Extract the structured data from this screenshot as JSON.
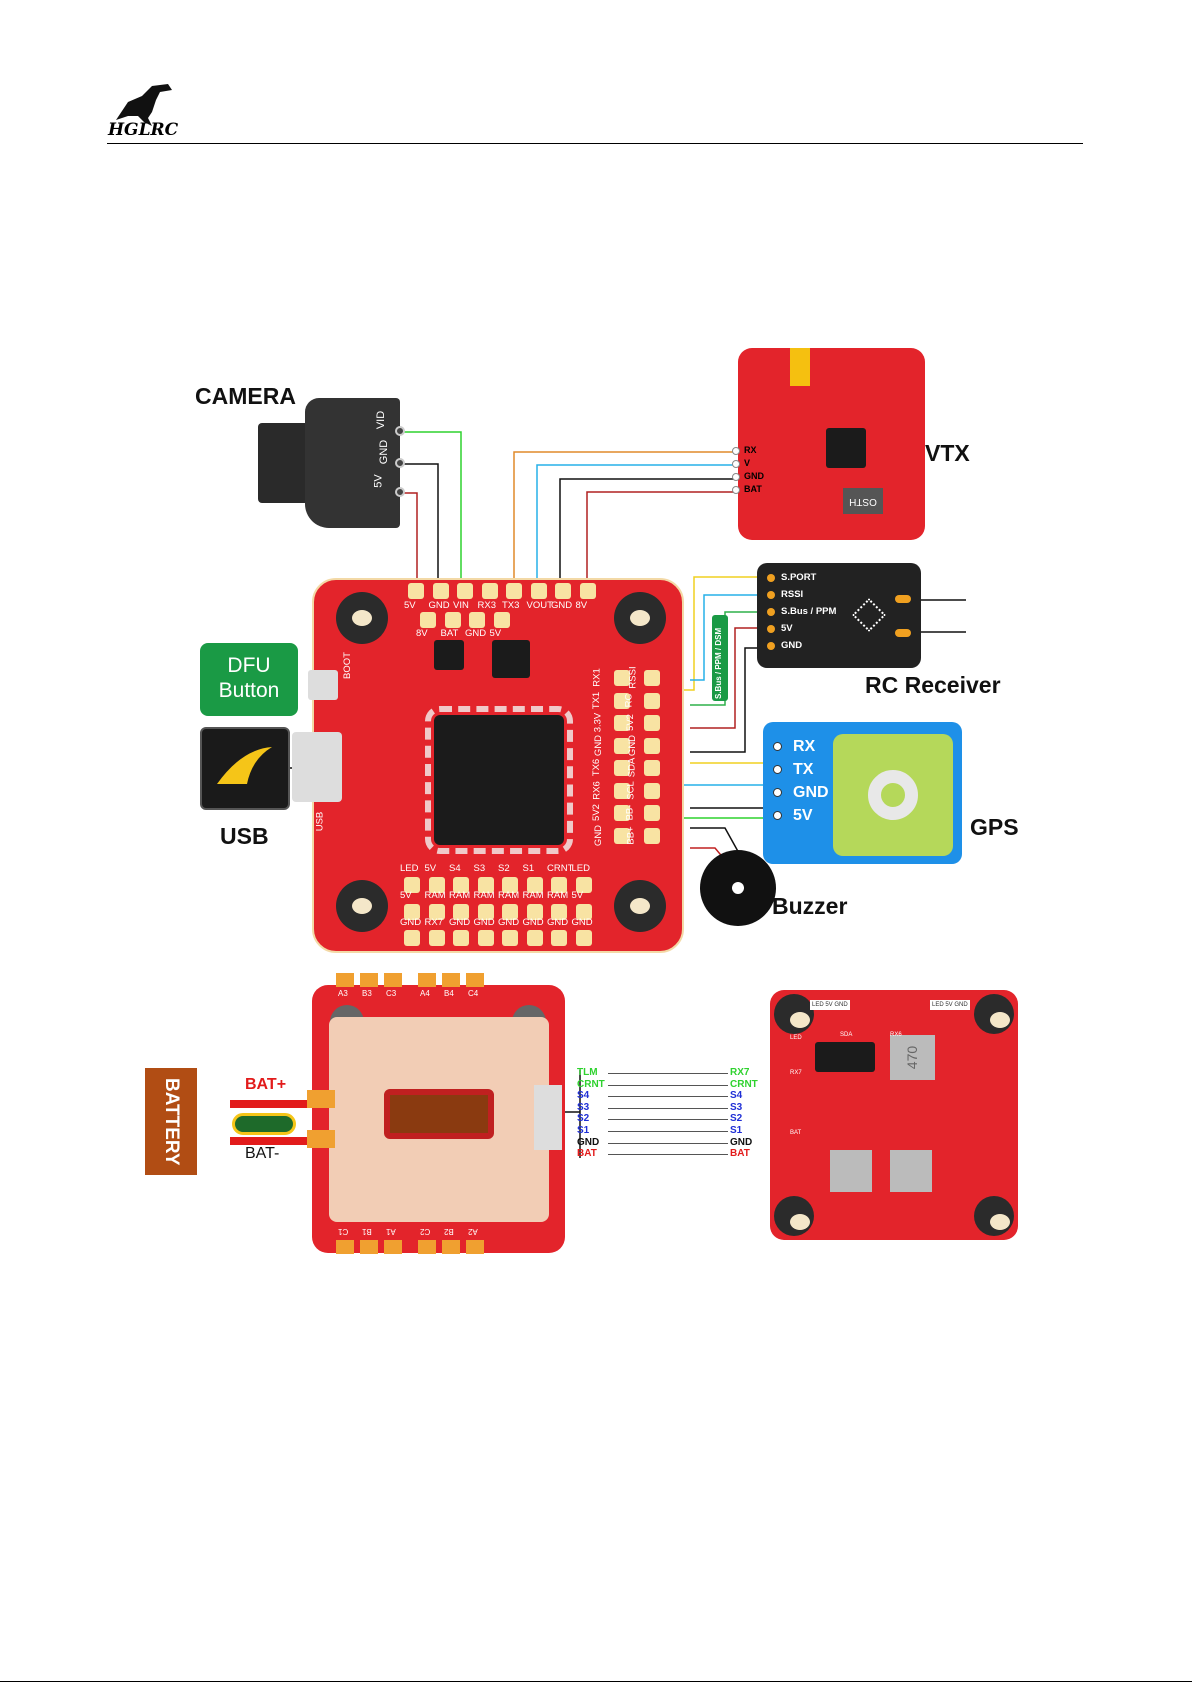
{
  "header": {
    "brand": "HGLRC"
  },
  "labels": {
    "camera": "CAMERA",
    "vtx": "VTX",
    "rc_receiver": "RC Receiver",
    "gps": "GPS",
    "usb": "USB",
    "buzzer": "Buzzer",
    "dfu_line1": "DFU",
    "dfu_line2": "Button",
    "battery": "BATTERY",
    "bat_plus": "BAT+",
    "bat_minus": "BAT-"
  },
  "camera_pins": [
    "VID",
    "GND",
    "5V"
  ],
  "vtx_pins": [
    "RX",
    "V",
    "GND",
    "BAT"
  ],
  "vtx_chip": "OSTH",
  "rc_pins": [
    "S.PORT",
    "RSSI",
    "S.Bus / PPM",
    "5V",
    "GND"
  ],
  "rc_tag": "S.Bus / PPM / DSM",
  "gps_pins": [
    "RX",
    "TX",
    "GND",
    "5V"
  ],
  "fc": {
    "top_row": [
      "5V",
      "GND",
      "VIN",
      "RX3",
      "TX3",
      "VOUT",
      "GND",
      "8V"
    ],
    "second_row": [
      "8V",
      "BAT",
      "GND",
      "5V"
    ],
    "right_inner": [
      "RX1",
      "TX1",
      "3.3V",
      "GND",
      "TX6",
      "RX6",
      "5V2",
      "GND"
    ],
    "right_outer": [
      "RSSI",
      "RC",
      "5V2",
      "GND",
      "SDA",
      "SCL",
      "BB-",
      "BB+"
    ],
    "bottom_row1": [
      "LED",
      "5V",
      "S4",
      "S3",
      "S2",
      "S1",
      "CRNT",
      "LED"
    ],
    "bottom_row2": [
      "5V",
      "RAM",
      "RAM",
      "RAM",
      "RAM",
      "RAM",
      "RAM",
      "5V"
    ],
    "bottom_row3": [
      "GND",
      "RX7",
      "GND",
      "GND",
      "GND",
      "GND",
      "GND",
      "GND"
    ],
    "boot": "BOOT",
    "usb_silk": "USB"
  },
  "esc": {
    "top_pads": [
      "A3",
      "B3",
      "C3",
      "A4",
      "B4",
      "C4"
    ],
    "bottom_pads": [
      "C1",
      "B1",
      "A1",
      "C2",
      "B2",
      "A2"
    ],
    "wires": [
      {
        "left": "TLM",
        "right": "RX7",
        "color": "#2fd22f"
      },
      {
        "left": "CRNT",
        "right": "CRNT",
        "color": "#2fd22f"
      },
      {
        "left": "S4",
        "right": "S4",
        "color": "#1f2fd6"
      },
      {
        "left": "S3",
        "right": "S3",
        "color": "#1f2fd6"
      },
      {
        "left": "S2",
        "right": "S2",
        "color": "#1f2fd6"
      },
      {
        "left": "S1",
        "right": "S1",
        "color": "#1f2fd6"
      },
      {
        "left": "GND",
        "right": "GND",
        "color": "#111111"
      },
      {
        "left": "BAT",
        "right": "BAT",
        "color": "#e21b1b"
      }
    ]
  },
  "rear_board": {
    "top_left": "LED 5V GND",
    "top_right": "LED 5V GND",
    "inductor": "470",
    "silk": [
      "SDA",
      "RX6",
      "LED",
      "RX7",
      "BAT"
    ]
  }
}
